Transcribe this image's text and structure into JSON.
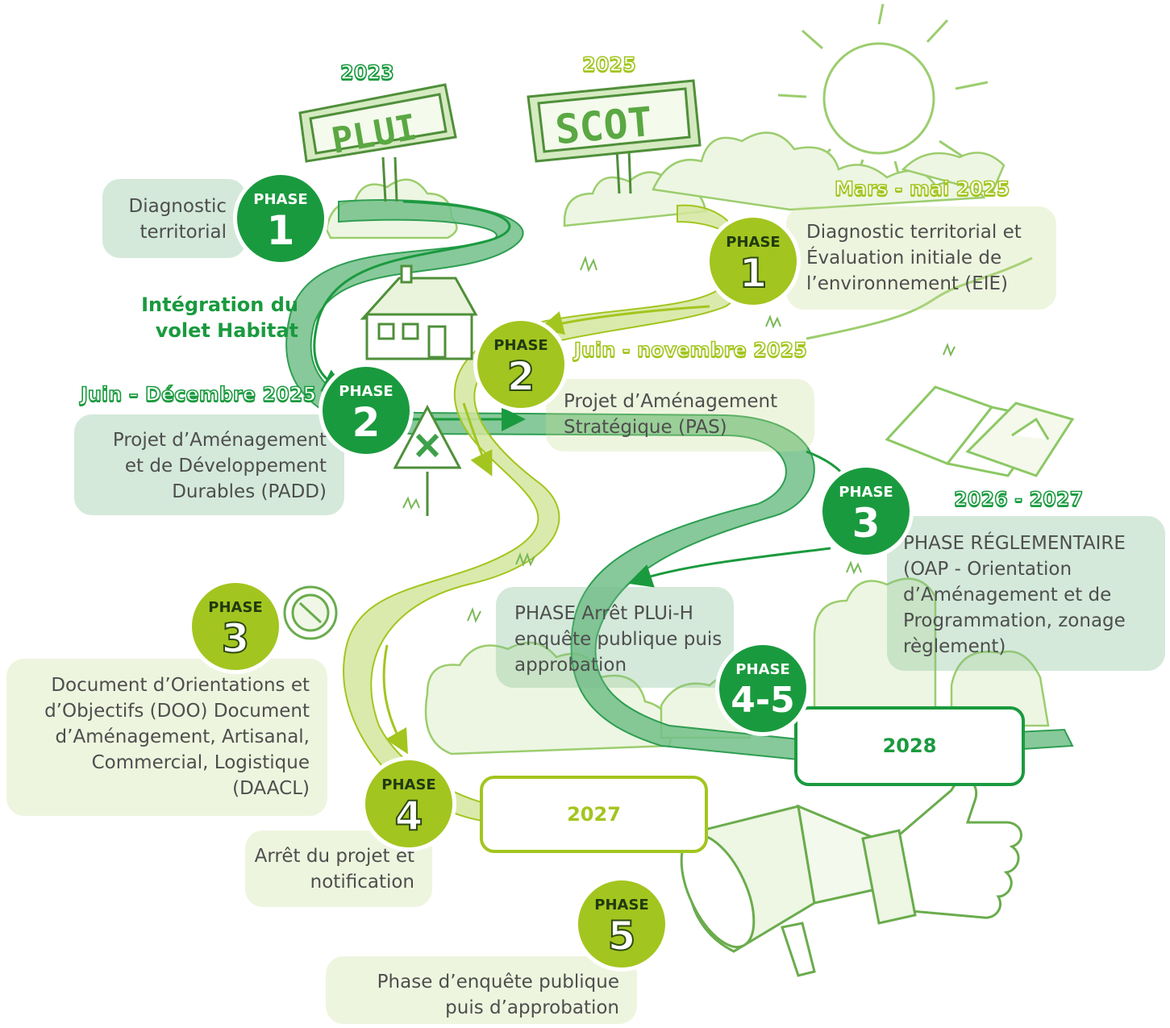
{
  "colors": {
    "dark_green": "#1a9a3e",
    "light_green": "#a3c51f",
    "dark_road": "#6fbf86",
    "light_road": "#c9df8a",
    "sketch": "#8cc864"
  },
  "signs": {
    "plui": {
      "year": "2023",
      "text": "PLUI"
    },
    "scot": {
      "year": "2025",
      "text": "SCOT"
    }
  },
  "plui_track": {
    "habitat_label": "Intégration du volet Habitat",
    "phases": [
      {
        "badge": "PHASE",
        "number": "1",
        "text": "Diagnostic territorial"
      },
      {
        "badge": "PHASE",
        "number": "2",
        "period": "Juin – Décembre 2025",
        "text": "Projet d’Aménagement et de Développement Durables (PADD)"
      },
      {
        "badge": "PHASE",
        "number": "3",
        "period": "2026 - 2027",
        "text": "PHASE RÉGLEMENTAIRE (OAP - Orientation d’Aménagement et de Programmation, zonage règlement)"
      },
      {
        "badge": "PHASE",
        "number": "4-5",
        "text": "PHASE Arrêt PLUi-H enquête publique puis approbation",
        "end_year": "2028"
      }
    ]
  },
  "scot_track": {
    "phases": [
      {
        "badge": "PHASE",
        "number": "1",
        "period": "Mars - mai 2025",
        "text": "Diagnostic territorial et Évaluation initiale de l’environnement (EIE)"
      },
      {
        "badge": "PHASE",
        "number": "2",
        "period": "Juin - novembre 2025",
        "text": "Projet d’Aménagement Stratégique (PAS)"
      },
      {
        "badge": "PHASE",
        "number": "3",
        "text": "Document d’Orientations et d’Objectifs (DOO) Document d’Aménagement, Artisanal, Commercial, Logistique (DAACL)"
      },
      {
        "badge": "PHASE",
        "number": "4",
        "text": "Arrêt du projet et notification",
        "end_year": "2027"
      },
      {
        "badge": "PHASE",
        "number": "5",
        "text": "Phase d’enquête publique puis d’approbation"
      }
    ]
  },
  "icons": [
    "sun-icon",
    "house-icon",
    "crossing-sign-icon",
    "compass-icon",
    "book-icon",
    "megaphone-icon",
    "thumbs-up-icon",
    "bush-icon"
  ]
}
